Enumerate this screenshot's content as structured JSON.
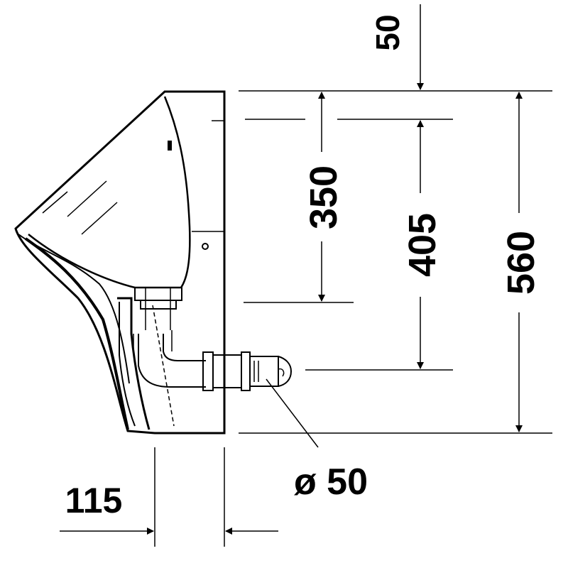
{
  "dimensions": {
    "top_offset": "50",
    "outlet_height": "350",
    "inlet_to_outlet": "405",
    "overall_height": "560",
    "wall_projection": "115",
    "pipe_diameter": "ø 50"
  },
  "colors": {
    "line": "#000000",
    "background": "#ffffff"
  }
}
